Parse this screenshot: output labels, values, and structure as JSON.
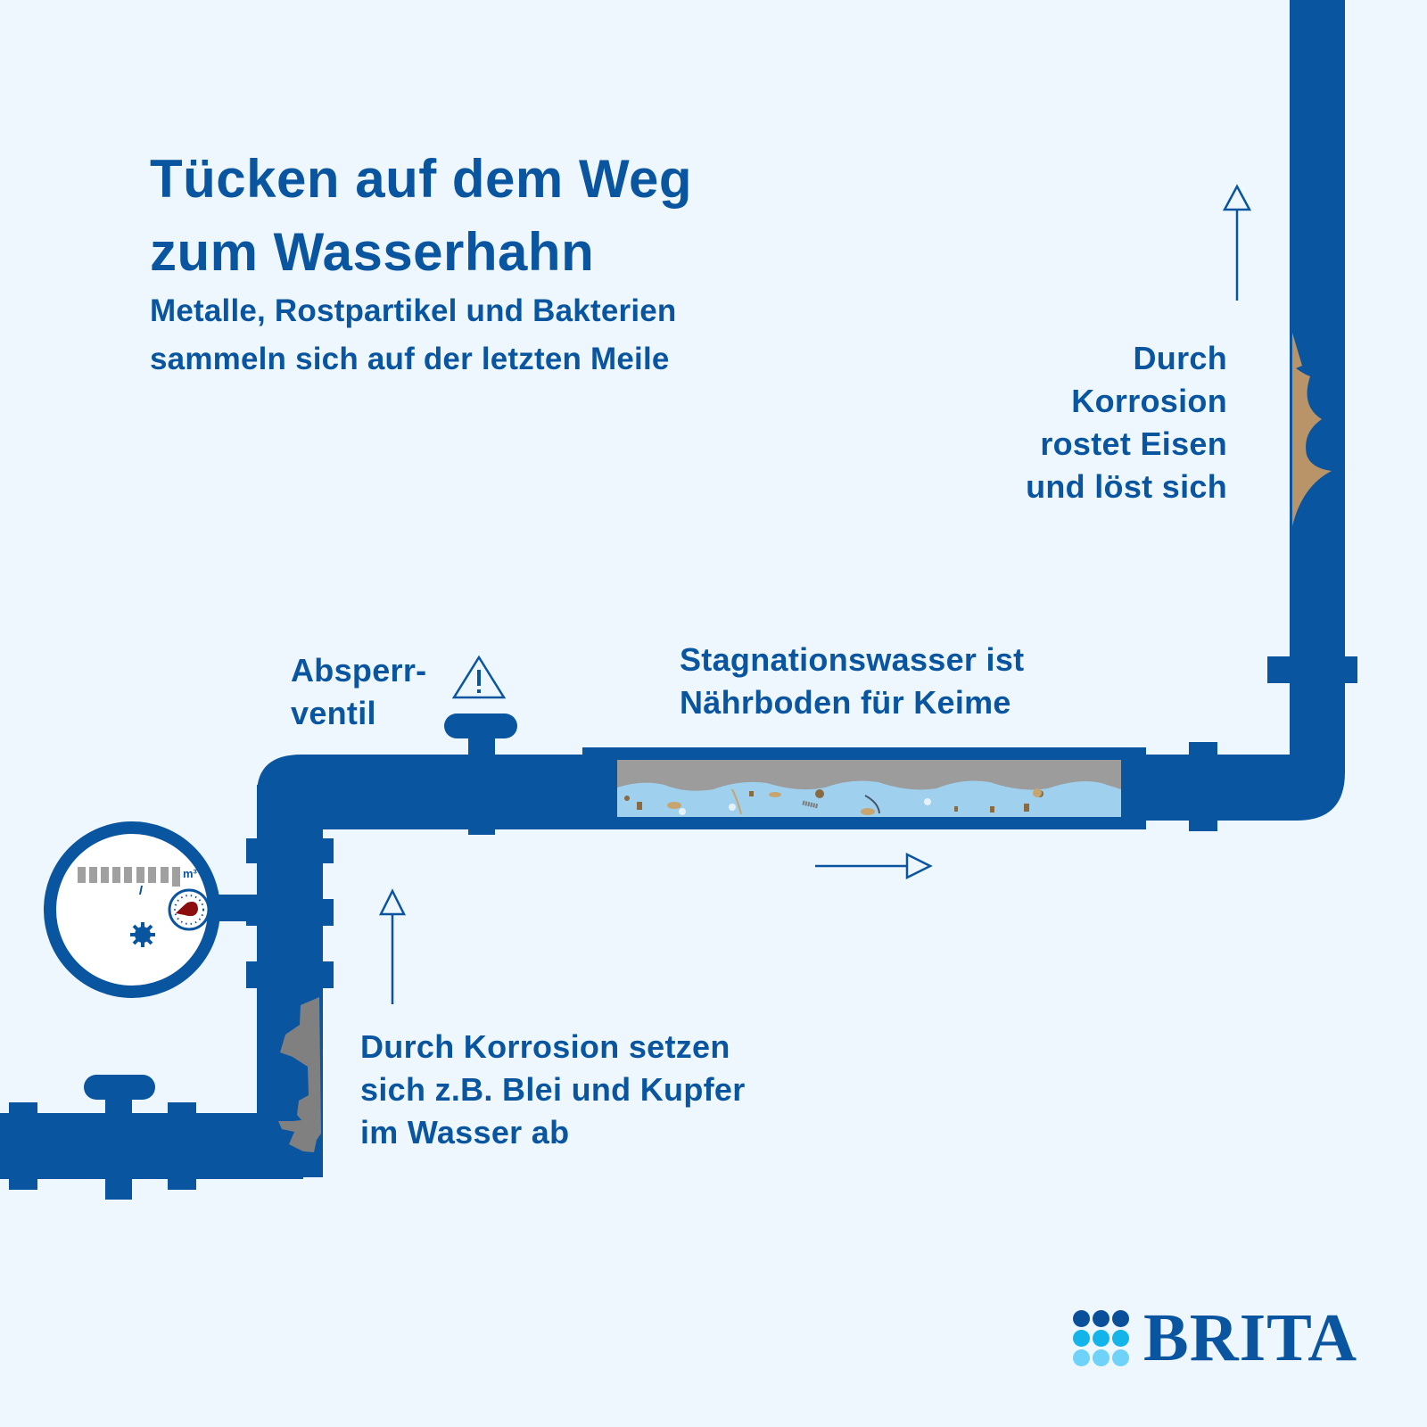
{
  "colors": {
    "background": "#eef7fe",
    "pipe": "#0a55a0",
    "text": "#0a55a0",
    "rust": "#b89468",
    "lead_deposit": "#808080",
    "stagnant_top": "#9c9c9c",
    "water": "#9fd0ee",
    "gauge_needle": "#8b0d0d"
  },
  "header": {
    "title_line1": "Tücken auf dem Weg",
    "title_line2": "zum Wasserhahn",
    "subtitle_line1": "Metalle, Rostpartikel und Bakterien",
    "subtitle_line2": "sammeln sich auf der letzten Meile"
  },
  "callouts": {
    "rust": {
      "line1": "Durch",
      "line2": "Korrosion",
      "line3": "rostet Eisen",
      "line4": "und löst sich"
    },
    "valve": {
      "line1": "Absperr-",
      "line2": "ventil",
      "icon": "warning-triangle-icon"
    },
    "stagnation": {
      "line1": "Stagnationswasser ist",
      "line2": "Nährboden für Keime"
    },
    "lead_copper": {
      "line1": "Durch Korrosion setzen",
      "line2": "sich z.B. Blei und Kupfer",
      "line3": "im Wasser ab"
    }
  },
  "water_meter": {
    "unit": "m³",
    "digits_before_comma": 5,
    "digits_after_comma": 3,
    "icons": [
      "star-wheel-icon",
      "dial-gauge-icon"
    ]
  },
  "flow_arrows": [
    "arrow-up-left",
    "arrow-right-middle",
    "arrow-up-right"
  ],
  "logo": {
    "text": "BRITA",
    "dot_colors": [
      "#0a4f9a",
      "#0a4f9a",
      "#0a4f9a",
      "#12b4ea",
      "#12b4ea",
      "#12b4ea",
      "#6fd2f8",
      "#6fd2f8",
      "#6fd2f8"
    ]
  }
}
